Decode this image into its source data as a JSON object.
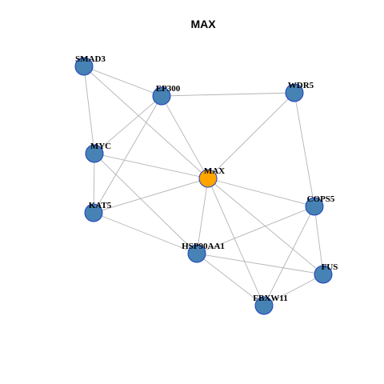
{
  "graph": {
    "title": "MAX",
    "colors": {
      "node_fill": "#4682b4",
      "node_border": "#1f3fbf",
      "center_fill": "#ffa500",
      "center_border": "#8b4500",
      "edge": "#b3b3b3"
    },
    "nodes": [
      {
        "id": "MAX",
        "label": "MAX",
        "center": true
      },
      {
        "id": "SMAD3",
        "label": "SMAD3"
      },
      {
        "id": "EP300",
        "label": "EP300"
      },
      {
        "id": "WDR5",
        "label": "WDR5"
      },
      {
        "id": "MYC",
        "label": "MYC"
      },
      {
        "id": "KAT5",
        "label": "KAT5"
      },
      {
        "id": "COPS5",
        "label": "COPS5"
      },
      {
        "id": "HSP90AA1",
        "label": "HSP90AA1"
      },
      {
        "id": "FUS",
        "label": "FUS"
      },
      {
        "id": "FBXW11",
        "label": "FBXW11"
      }
    ],
    "edges": [
      [
        "SMAD3",
        "EP300"
      ],
      [
        "SMAD3",
        "MYC"
      ],
      [
        "SMAD3",
        "MAX"
      ],
      [
        "EP300",
        "WDR5"
      ],
      [
        "EP300",
        "MYC"
      ],
      [
        "EP300",
        "KAT5"
      ],
      [
        "EP300",
        "MAX"
      ],
      [
        "WDR5",
        "MAX"
      ],
      [
        "WDR5",
        "COPS5"
      ],
      [
        "MYC",
        "MAX"
      ],
      [
        "MYC",
        "KAT5"
      ],
      [
        "MYC",
        "HSP90AA1"
      ],
      [
        "KAT5",
        "MAX"
      ],
      [
        "KAT5",
        "HSP90AA1"
      ],
      [
        "MAX",
        "COPS5"
      ],
      [
        "MAX",
        "HSP90AA1"
      ],
      [
        "MAX",
        "FUS"
      ],
      [
        "MAX",
        "FBXW11"
      ],
      [
        "COPS5",
        "HSP90AA1"
      ],
      [
        "COPS5",
        "FUS"
      ],
      [
        "COPS5",
        "FBXW11"
      ],
      [
        "HSP90AA1",
        "FUS"
      ],
      [
        "HSP90AA1",
        "FBXW11"
      ],
      [
        "FUS",
        "FBXW11"
      ]
    ]
  }
}
